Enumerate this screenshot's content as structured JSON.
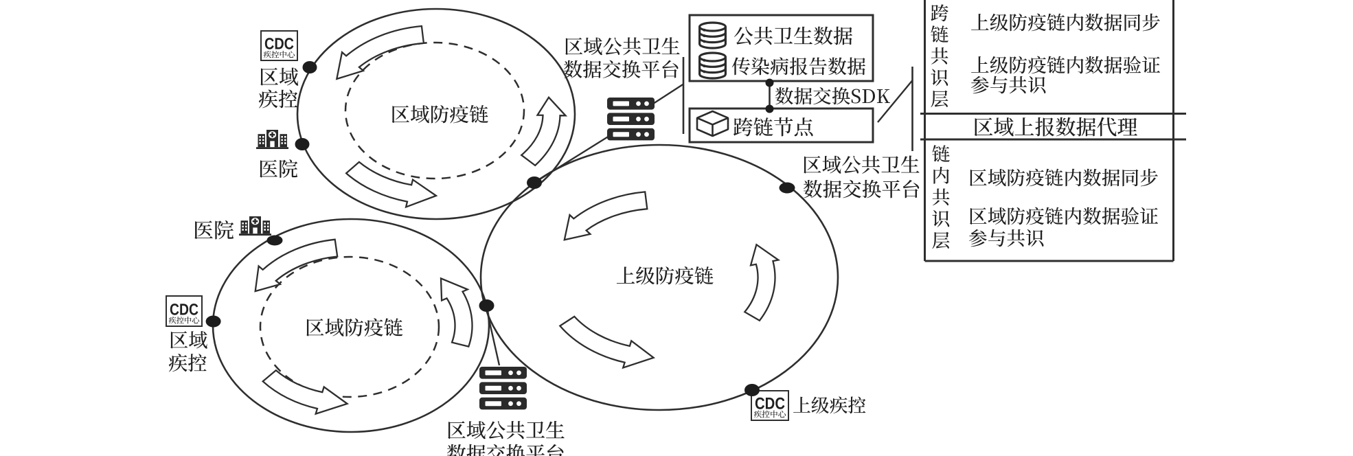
{
  "figure_type": "blockchain-epidemic-prevention-architecture-diagram",
  "colors": {
    "background": "#ffffff",
    "ink": "#2e2e2e",
    "text": "#1f1f1f"
  },
  "chains": {
    "regional_top": {
      "label": "区域防疫链"
    },
    "regional_bottom": {
      "label": "区域防疫链"
    },
    "superior": {
      "label": "上级防疫链"
    }
  },
  "nodes": {
    "cdc_regional_top": {
      "line1": "区域",
      "line2": "疾控",
      "icon": "cdc-badge-icon"
    },
    "hospital_top": {
      "label": "医院",
      "icon": "hospital-icon"
    },
    "hospital_bottom": {
      "label": "医院",
      "icon": "hospital-icon"
    },
    "cdc_regional_bottom": {
      "line1": "区域",
      "line2": "疾控",
      "icon": "cdc-badge-icon"
    },
    "cdc_superior": {
      "label": "上级疾控",
      "icon": "cdc-badge-icon"
    },
    "platform_top": {
      "line1": "区域公共卫生",
      "line2": "数据交换平台",
      "icon": "server-stack-icon"
    },
    "platform_bottom": {
      "line1": "区域公共卫生",
      "line2": "数据交换平台",
      "icon": "server-stack-icon"
    },
    "platform_superior": {
      "line1": "区域公共卫生",
      "line2": "数据交换平台"
    }
  },
  "cdc_badge": {
    "acronym": "CDC",
    "caption": "疾控中心"
  },
  "data_platform_box": {
    "items": [
      {
        "label": "公共卫生数据",
        "icon": "database-icon"
      },
      {
        "label": "传染病报告数据",
        "icon": "database-icon"
      }
    ],
    "sdk_label": "数据交换SDK",
    "node_label": "跨链节点",
    "node_icon": "cube-icon"
  },
  "consensus_table": {
    "cross_chain": {
      "layer": "跨链共识层",
      "sync": "上级防疫链内数据同步",
      "verify_line1": "上级防疫链内数据验证",
      "verify_line2": "参与共识"
    },
    "agent_row": "区域上报数据代理",
    "intra_chain": {
      "layer": "链内共识层",
      "sync": "区域防疫链内数据同步",
      "verify_line1": "区域防疫链内数据验证",
      "verify_line2": "参与共识"
    }
  }
}
